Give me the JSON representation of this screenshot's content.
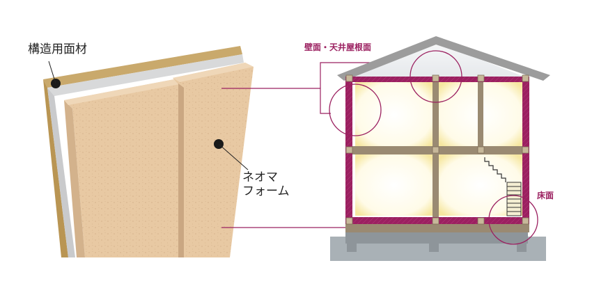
{
  "labels": {
    "structural_panel": "構造用面材",
    "foam_line1": "ネオマ",
    "foam_line2": "フォーム",
    "wall_ceiling_roof": "壁面・天井屋根面",
    "floor": "床面"
  },
  "colors": {
    "accent": "#9b2060",
    "foam": "#e8c9a3",
    "panel_wood": "#c9a96c",
    "panel_gray": "#d8d9da",
    "frame": "#9a8a72",
    "roof": "#9c9c9c",
    "foundation": "#8e959a",
    "ground": "#a9b1b6"
  }
}
